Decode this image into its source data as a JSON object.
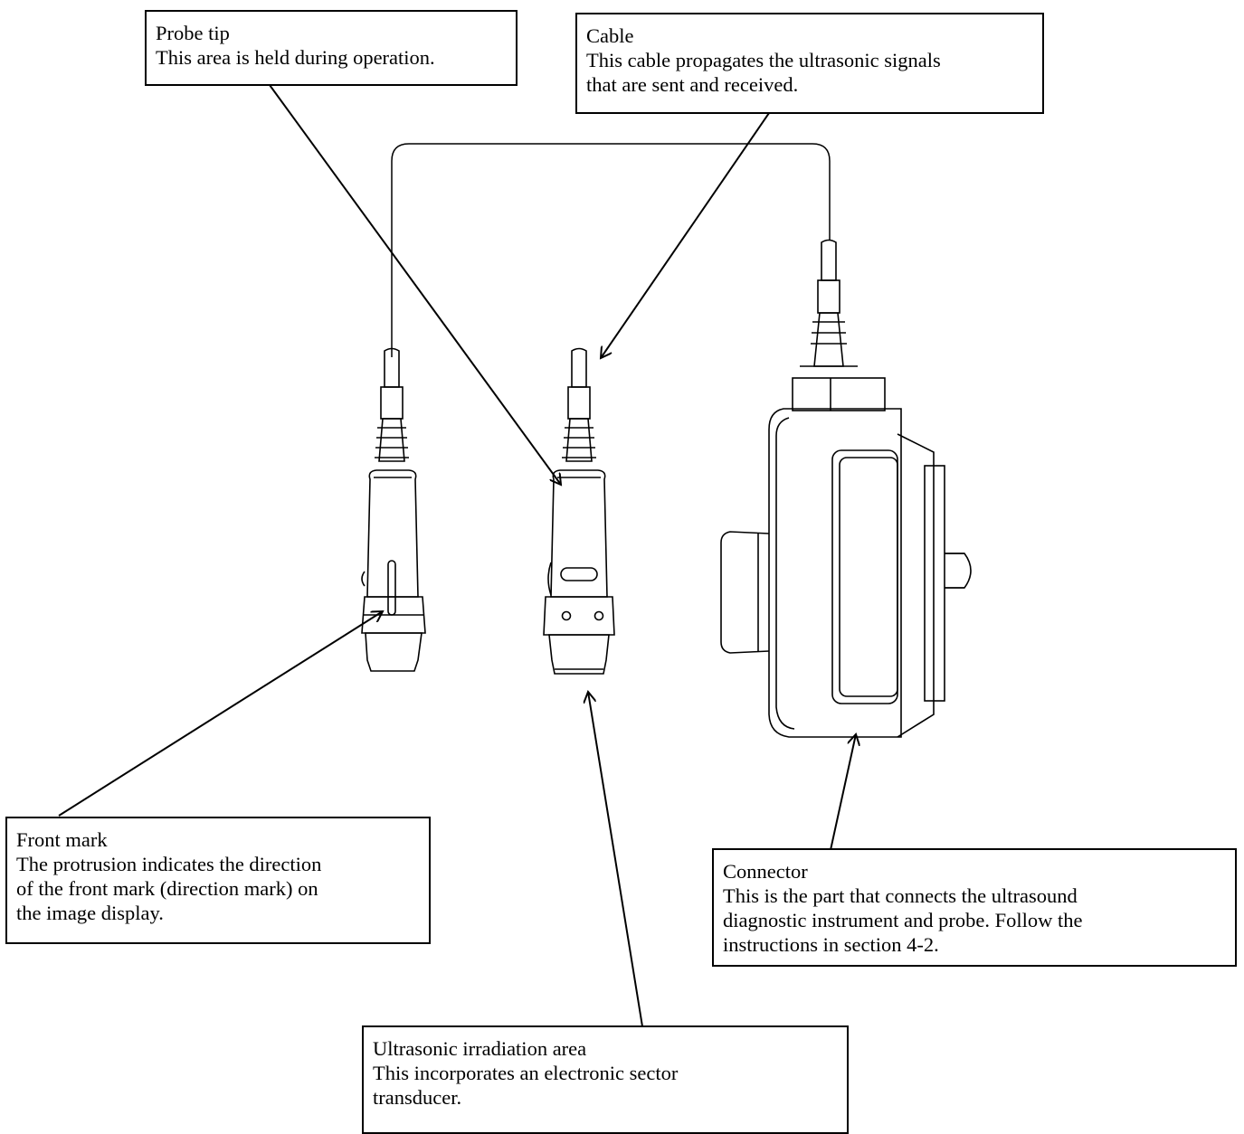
{
  "callouts": {
    "probe_tip": {
      "title": "Probe tip",
      "description": "This area is held during operation."
    },
    "cable": {
      "title": "Cable",
      "description": "This cable propagates the ultrasonic signals\nthat are sent and received."
    },
    "front_mark": {
      "title": "Front mark",
      "description": "The protrusion indicates the direction\nof the front mark (direction mark) on\nthe image display."
    },
    "connector": {
      "title": "Connector",
      "description": "This is the part that connects the ultrasound\ndiagnostic instrument and probe. Follow the\ninstructions in section 4-2."
    },
    "irradiation_area": {
      "title": "Ultrasonic irradiation area",
      "description": "This incorporates an electronic sector\ntransducer."
    }
  },
  "colors": {
    "line": "#000000",
    "background": "#ffffff"
  }
}
